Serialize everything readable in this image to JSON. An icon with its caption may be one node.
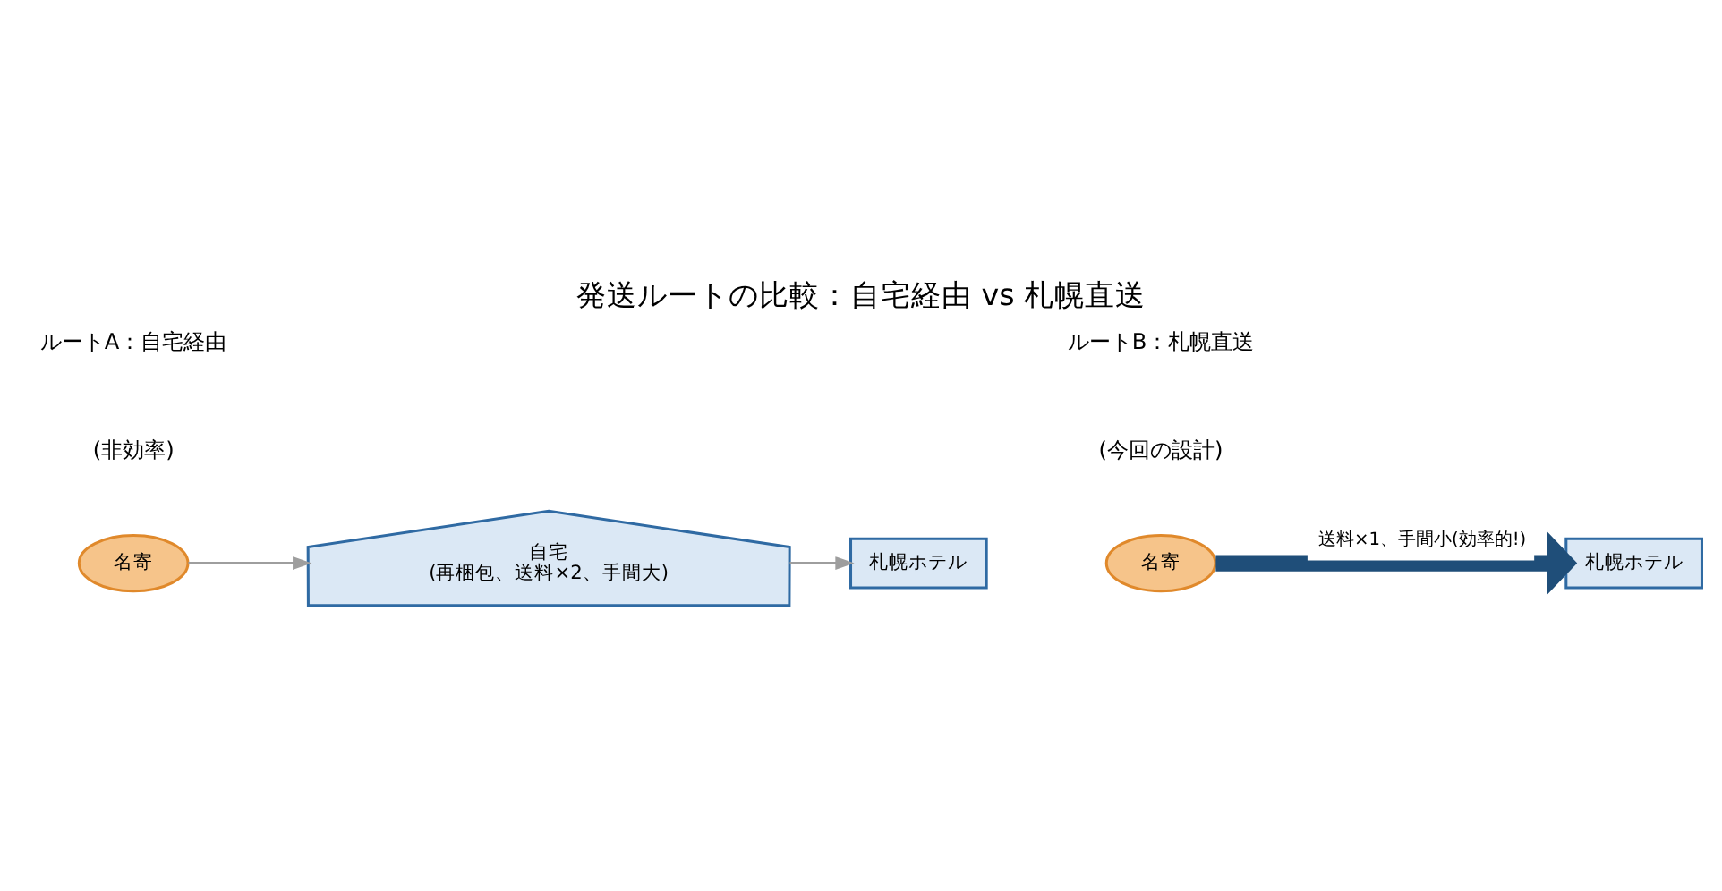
{
  "diagram": {
    "title": "発送ルートの比較：自宅経由 vs 札幌直送",
    "nodes": [
      {
        "text": [
          "名寄"
        ]
      },
      {
        "text": [
          "自宅",
          "(再梱包、送料×2、手間大)"
        ]
      },
      {
        "text": [
          "札幌ホテル"
        ]
      },
      {
        "text": [
          "名寄"
        ]
      },
      {
        "text": [
          "札幌ホテル"
        ]
      }
    ],
    "edges": [
      {
        "from": 0,
        "to": 1,
        "arrow": "to"
      },
      {
        "from": 1,
        "to": 2,
        "arrow": "to"
      },
      {
        "from": 3,
        "to": 4,
        "arrow": "to",
        "label": "送料×1、手間小(効率的!)",
        "style": "thick",
        "color": "#1f4e79"
      }
    ],
    "labels": [
      "ルートA：自宅経由",
      "(非効率)",
      "ルートB：札幌直送",
      "(今回の設計)"
    ]
  }
}
